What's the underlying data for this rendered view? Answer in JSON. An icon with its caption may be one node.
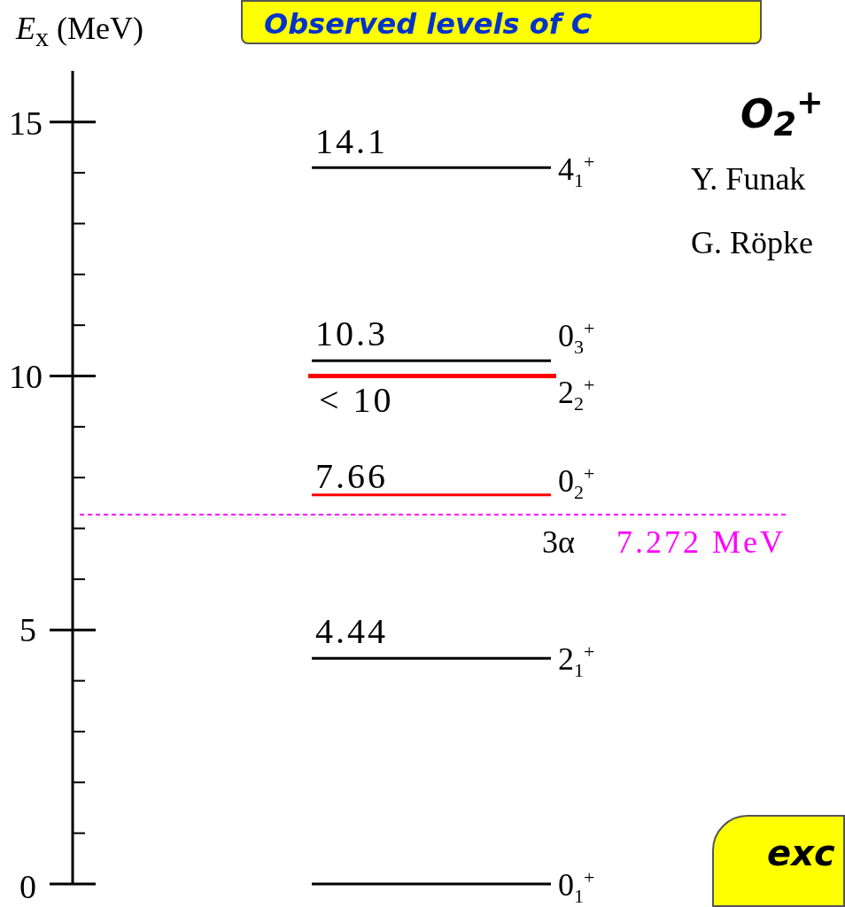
{
  "diagram": {
    "nodes": [
      {
        "text": [
          "Observed levels of C"
        ]
      },
      {
        "text": [
          "exc"
        ]
      }
    ],
    "labels": [
      "*E*$_{x}$ (MeV)",
      "15",
      "O$_{2}$$^{+}$",
      "14.1",
      "4$_{1}$$^{+}$",
      "Y. Funak",
      "G. Röpke",
      "10.3",
      "0$_{3}$$^{+}$",
      "10",
      "< 10",
      "2$_{2}$$^{+}$",
      "7.66",
      "0$_{2}$$^{+}$",
      "3α",
      "7.272 MeV",
      "5",
      "4.44",
      "2$_{1}$$^{+}$",
      "0",
      "0$_{1}$$^{+}$"
    ]
  }
}
